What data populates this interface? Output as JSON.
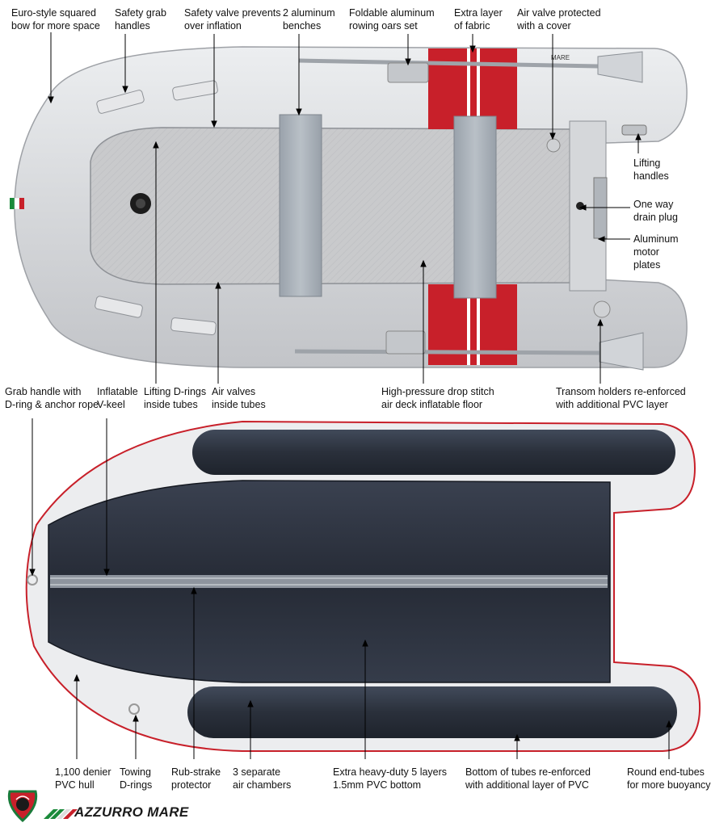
{
  "callouts_top": [
    {
      "id": "euro-bow",
      "text": "Euro-style squared\nbow for more space"
    },
    {
      "id": "grab-handles",
      "text": "Safety grab\nhandles"
    },
    {
      "id": "safety-valve",
      "text": "Safety valve prevents\nover inflation"
    },
    {
      "id": "benches",
      "text": "2 aluminum\nbenches"
    },
    {
      "id": "oars",
      "text": "Foldable aluminum\nrowing oars set"
    },
    {
      "id": "extra-fabric",
      "text": "Extra layer\nof fabric"
    },
    {
      "id": "air-valve-cover",
      "text": "Air valve protected\nwith a cover"
    },
    {
      "id": "lifting-handles",
      "text": "Lifting\nhandles"
    },
    {
      "id": "drain-plug",
      "text": "One way\ndrain plug"
    },
    {
      "id": "motor-plates",
      "text": "Aluminum\nmotor\nplates"
    },
    {
      "id": "lifting-d-rings",
      "text": "Lifting D-rings\ninside tubes"
    },
    {
      "id": "air-valves-inside",
      "text": "Air valves\ninside tubes"
    },
    {
      "id": "drop-stitch",
      "text": "High-pressure drop stitch\nair deck inflatable floor"
    },
    {
      "id": "transom-holders",
      "text": "Transom holders re-enforced\nwith additional PVC layer"
    }
  ],
  "callouts_bottom": [
    {
      "id": "grab-handle-rope",
      "text": "Grab handle with\nD-ring & anchor rope"
    },
    {
      "id": "v-keel",
      "text": "Inflatable\nV-keel"
    },
    {
      "id": "pvc-hull",
      "text": "1,100 denier\nPVC hull"
    },
    {
      "id": "towing-rings",
      "text": "Towing\nD-rings"
    },
    {
      "id": "rub-strake",
      "text": "Rub-strake\nprotector"
    },
    {
      "id": "air-chambers",
      "text": "3 separate\nair chambers"
    },
    {
      "id": "pvc-bottom",
      "text": "Extra heavy-duty 5 layers\n1.5mm PVC bottom"
    },
    {
      "id": "tube-bottom",
      "text": "Bottom of tubes re-enforced\nwith additional layer of PVC"
    },
    {
      "id": "end-tubes",
      "text": "Round end-tubes\nfor more buoyancy"
    }
  ],
  "brand": {
    "name": "AZZURRO MARE",
    "oar_text": "MARE"
  },
  "colors": {
    "tube": "#d9dadc",
    "floor": "#c6c7c9",
    "stripe": "#c8202a",
    "hull": "#2c323e",
    "bench": "#a9b0b8"
  }
}
